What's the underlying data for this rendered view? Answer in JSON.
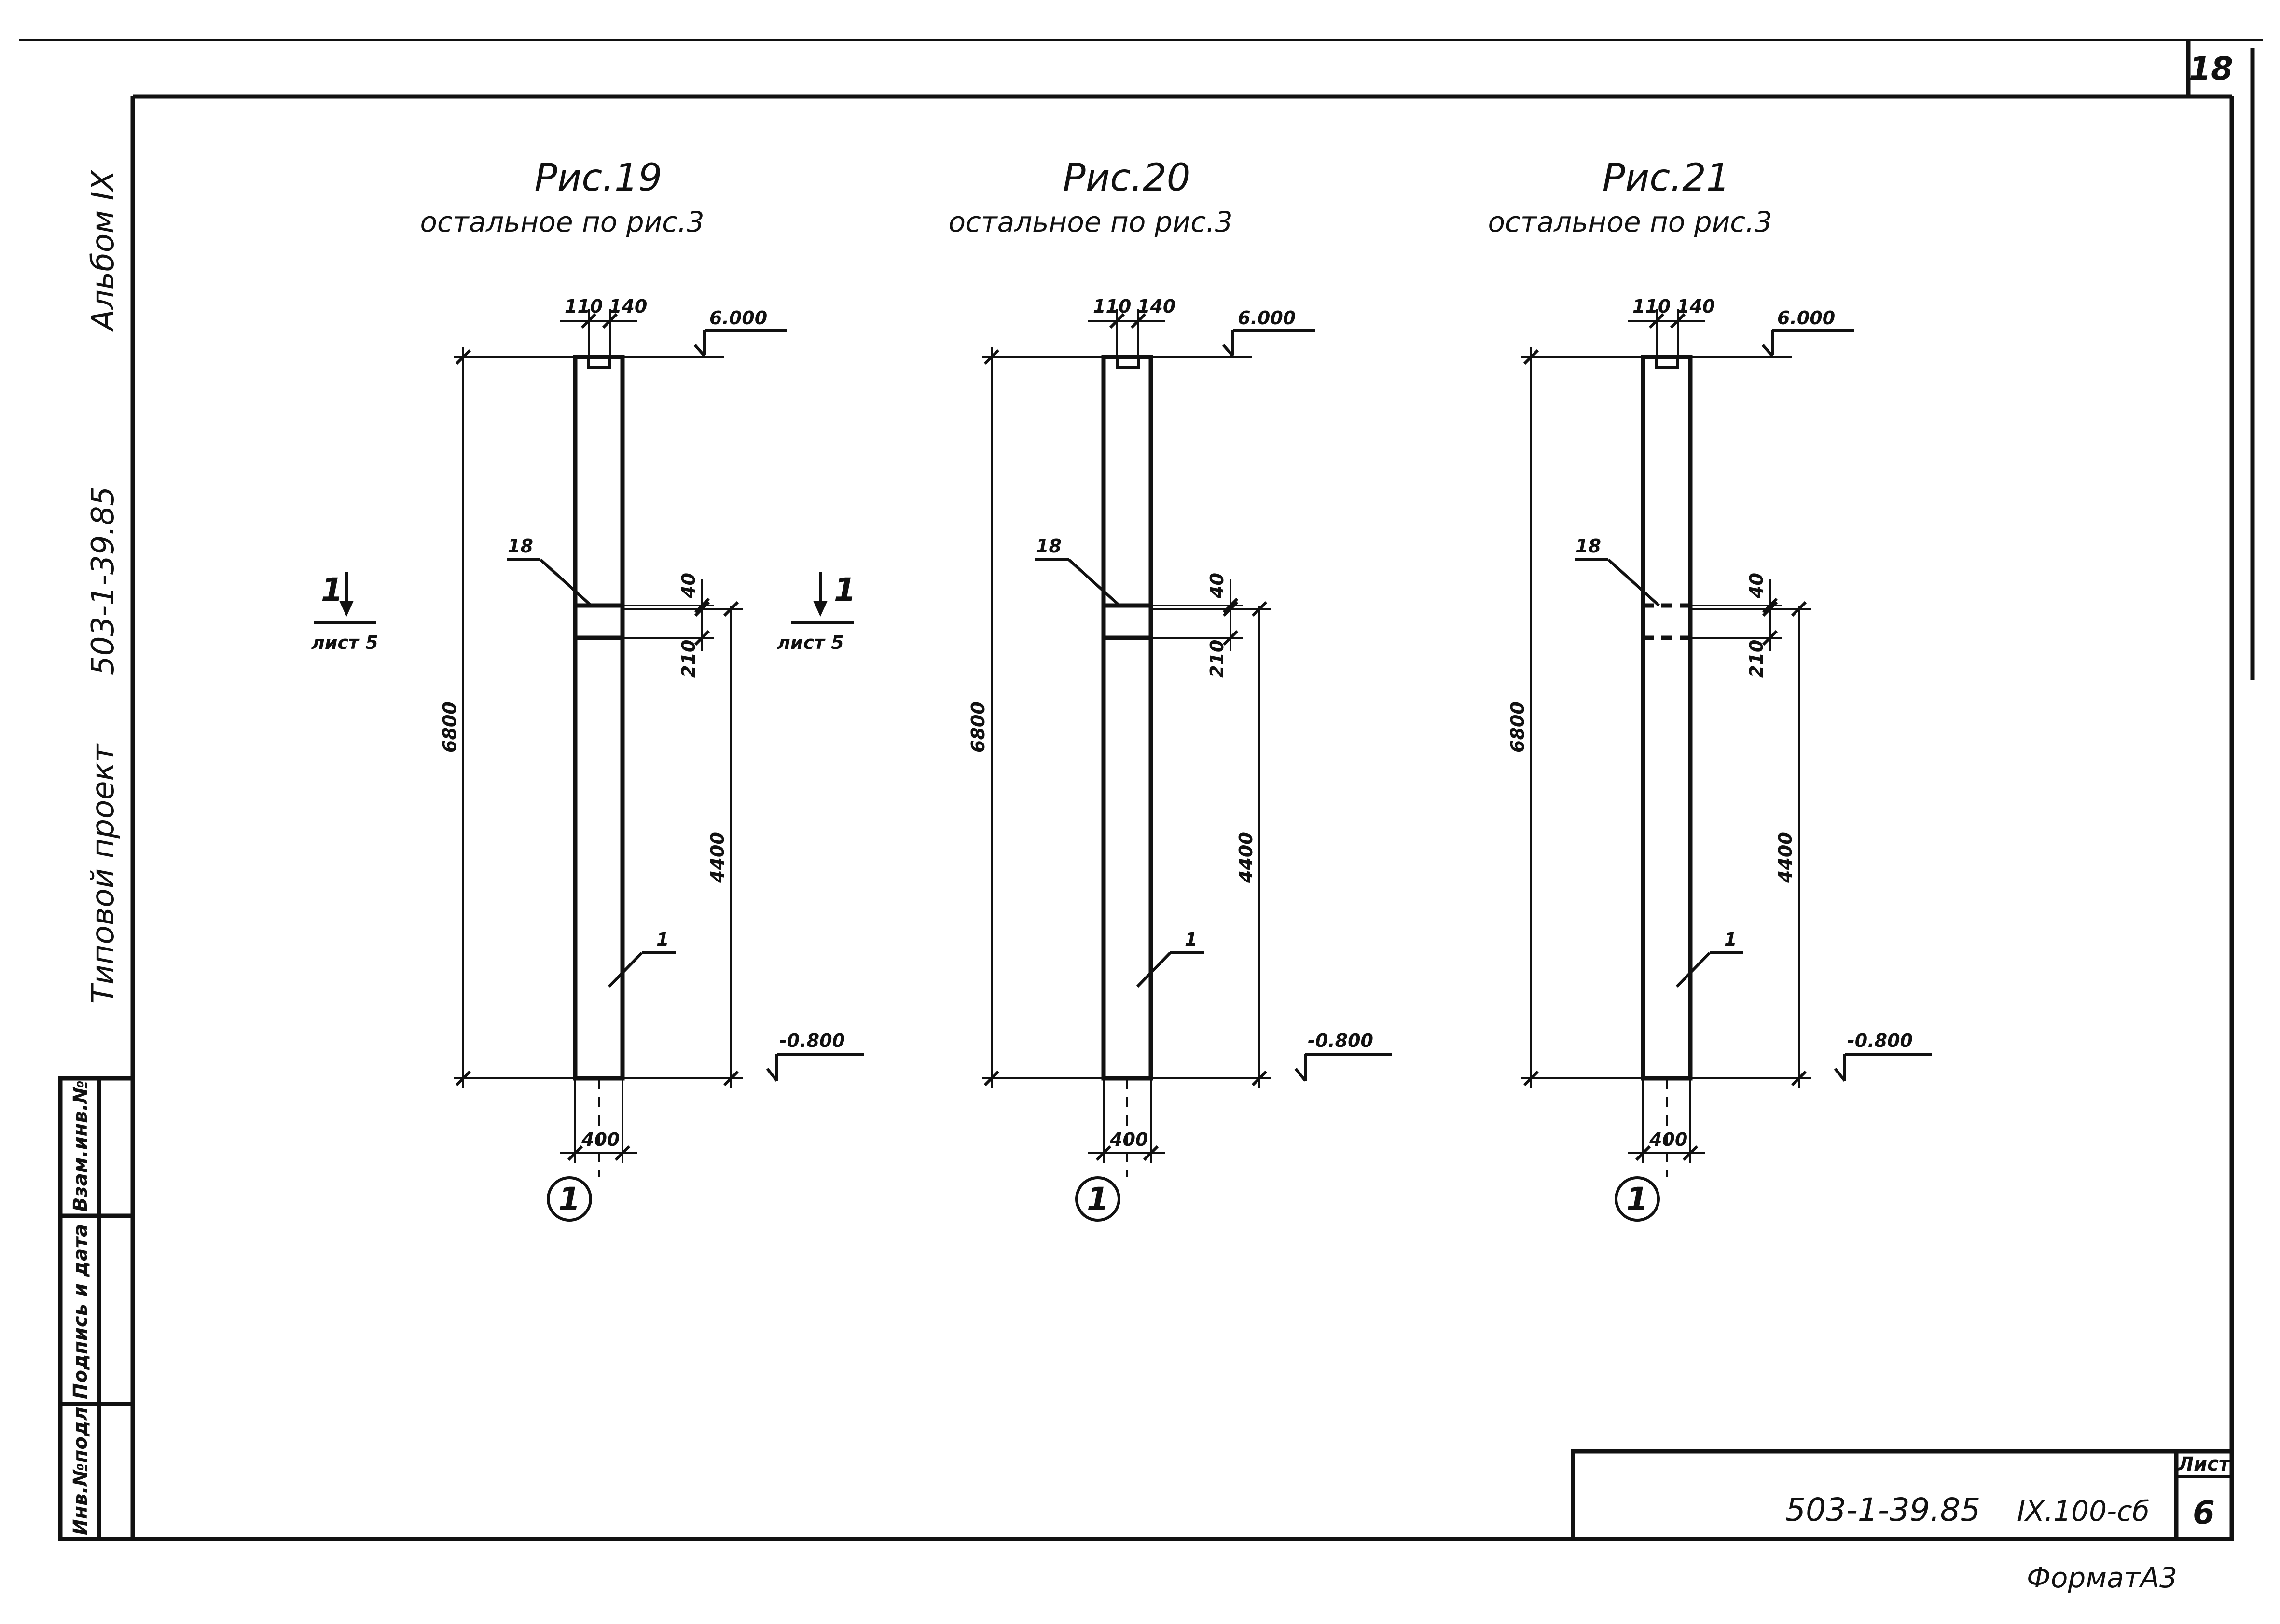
{
  "page": {
    "sheet_top_number": "18",
    "format_label": "ФорматА3"
  },
  "side_labels": {
    "album": "Альбом IX",
    "project_code": "503-1-39.85",
    "project_type": "Типовой проект"
  },
  "stamp_boxes": {
    "inventory_exchange": "Взам.инв.№",
    "signature_date": "Подпись и дата",
    "inventory_original": "Инв.№подл."
  },
  "title_block": {
    "designation": "503-1-39.85",
    "code_suffix": "IX.100-сб",
    "sheet_label": "Лист",
    "sheet_number": "6"
  },
  "section_marker": {
    "number": "1",
    "sheet_ref": "лист 5"
  },
  "figures": [
    {
      "title": "Рис.19",
      "subtitle": "остальное по рис.3",
      "top_width_left": "110",
      "top_width_right": "140",
      "elev_top": "6.000",
      "elev_bottom": "-0.800",
      "height_total": "6800",
      "gap_upper": "40",
      "gap_lower": "210",
      "height_lower": "4400",
      "callout_item": "18",
      "callout_column": "1",
      "base_width": "400",
      "axis_label": "1",
      "opening_style": "solid"
    },
    {
      "title": "Рис.20",
      "subtitle": "остальное по рис.3",
      "top_width_left": "110",
      "top_width_right": "140",
      "elev_top": "6.000",
      "elev_bottom": "-0.800",
      "height_total": "6800",
      "gap_upper": "40",
      "gap_lower": "210",
      "height_lower": "4400",
      "callout_item": "18",
      "callout_column": "1",
      "base_width": "400",
      "axis_label": "1",
      "opening_style": "solid"
    },
    {
      "title": "Рис.21",
      "subtitle": "остальное по рис.3",
      "top_width_left": "110",
      "top_width_right": "140",
      "elev_top": "6.000",
      "elev_bottom": "-0.800",
      "height_total": "6800",
      "gap_upper": "40",
      "gap_lower": "210",
      "height_lower": "4400",
      "callout_item": "18",
      "callout_column": "1",
      "base_width": "400",
      "axis_label": "1",
      "opening_style": "dashed"
    }
  ]
}
